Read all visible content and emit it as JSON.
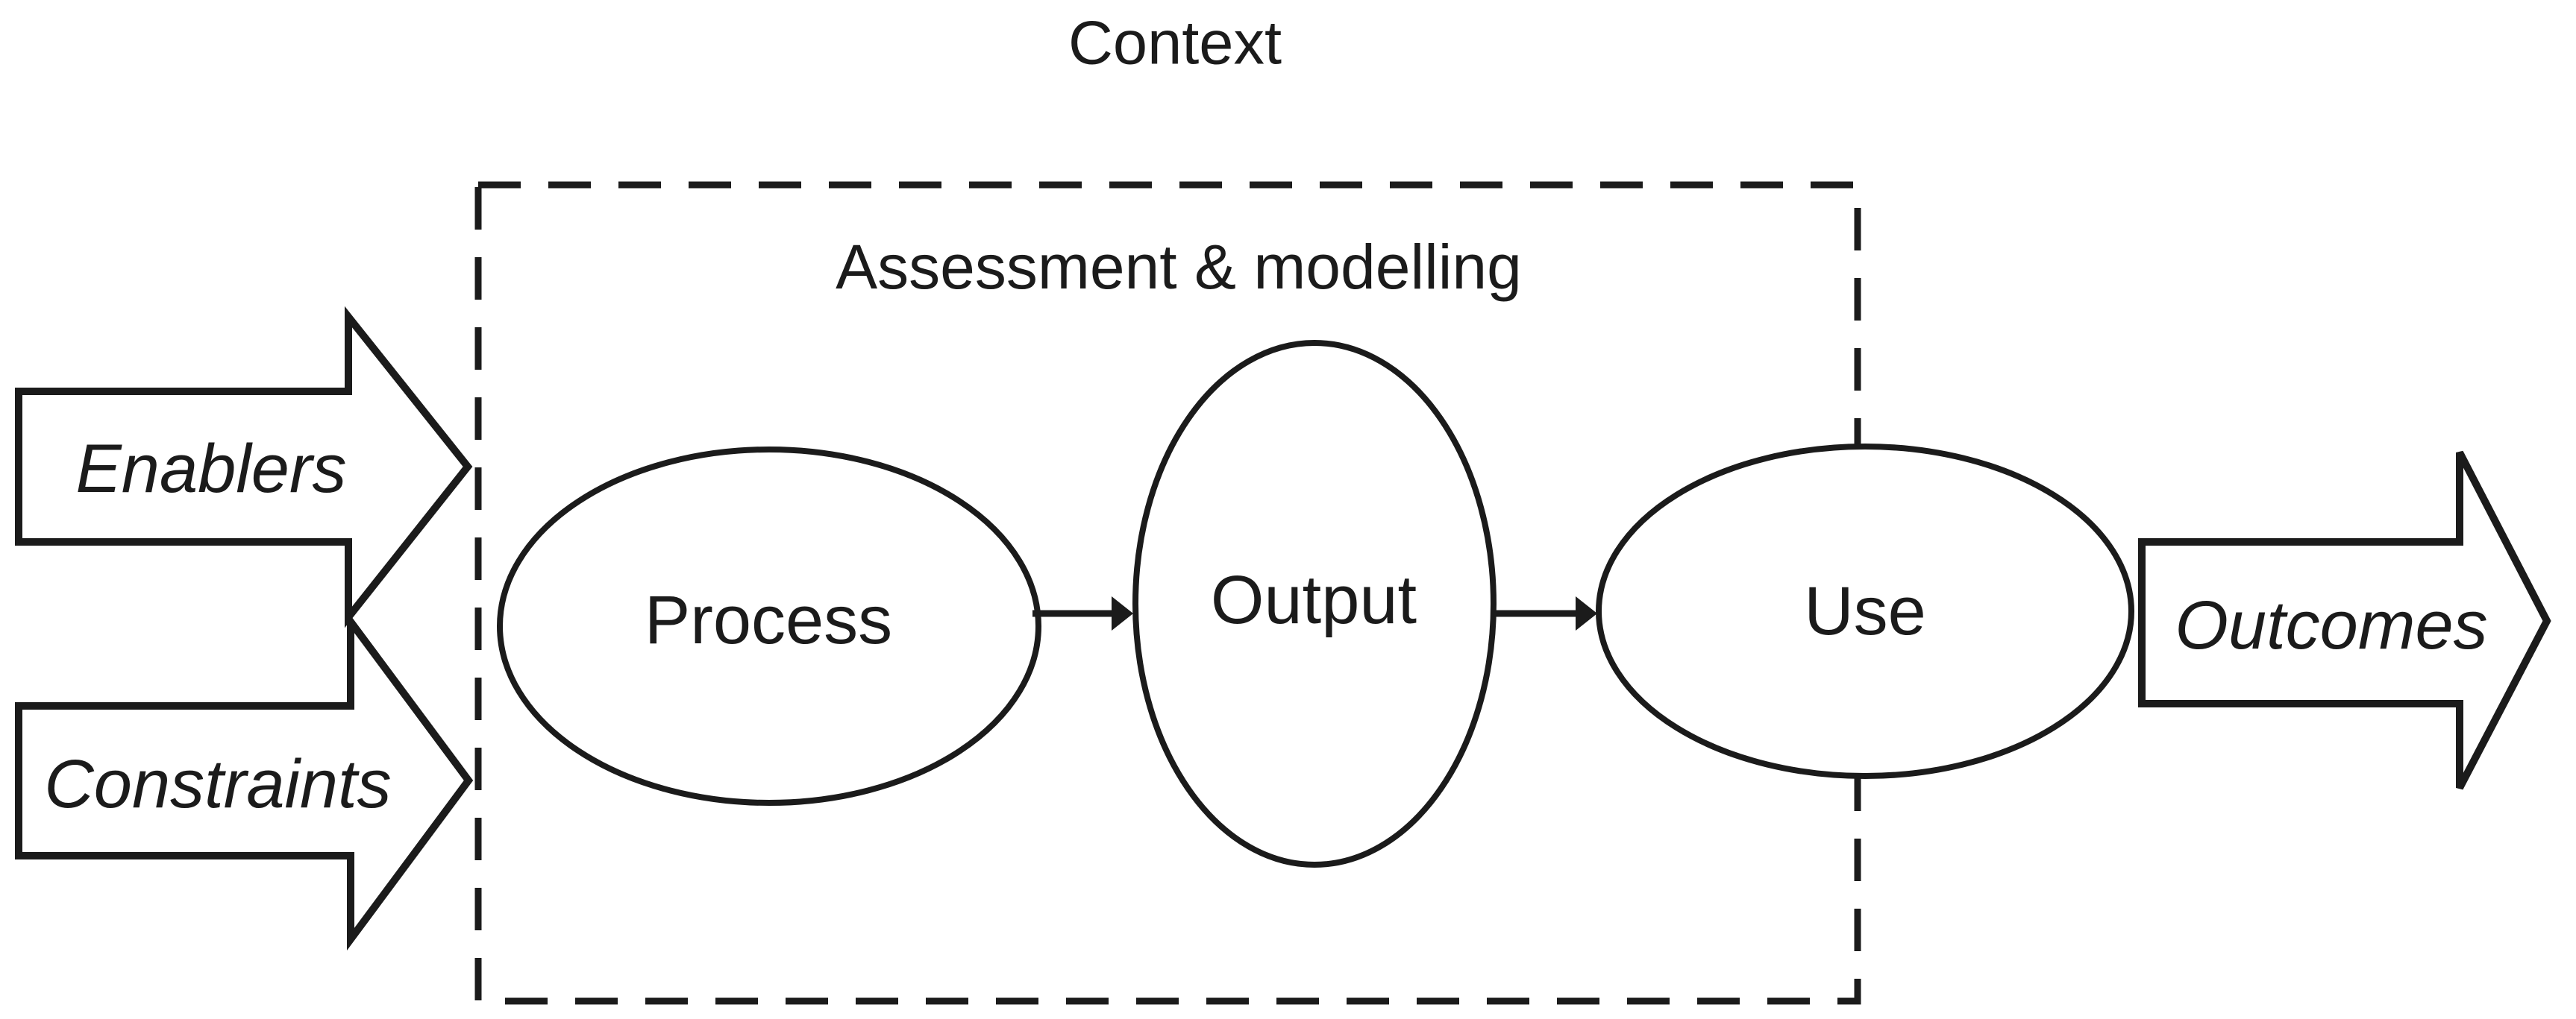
{
  "diagram": {
    "title": "Context",
    "inner_box": {
      "label": "Assessment & modelling",
      "border_style": "dashed"
    },
    "nodes": [
      {
        "id": "process",
        "label": "Process",
        "shape": "ellipse"
      },
      {
        "id": "output",
        "label": "Output",
        "shape": "ellipse"
      },
      {
        "id": "use",
        "label": "Use",
        "shape": "ellipse"
      }
    ],
    "input_arrows": [
      {
        "id": "enablers",
        "label": "Enablers"
      },
      {
        "id": "constraints",
        "label": "Constraints"
      }
    ],
    "output_arrows": [
      {
        "id": "outcomes",
        "label": "Outcomes"
      }
    ],
    "connectors": [
      {
        "from": "Process",
        "to": "Output"
      },
      {
        "from": "Output",
        "to": "Use"
      }
    ],
    "colors": {
      "line": "#1b1b1b",
      "background": "#ffffff",
      "text": "#1b1b1b"
    }
  }
}
